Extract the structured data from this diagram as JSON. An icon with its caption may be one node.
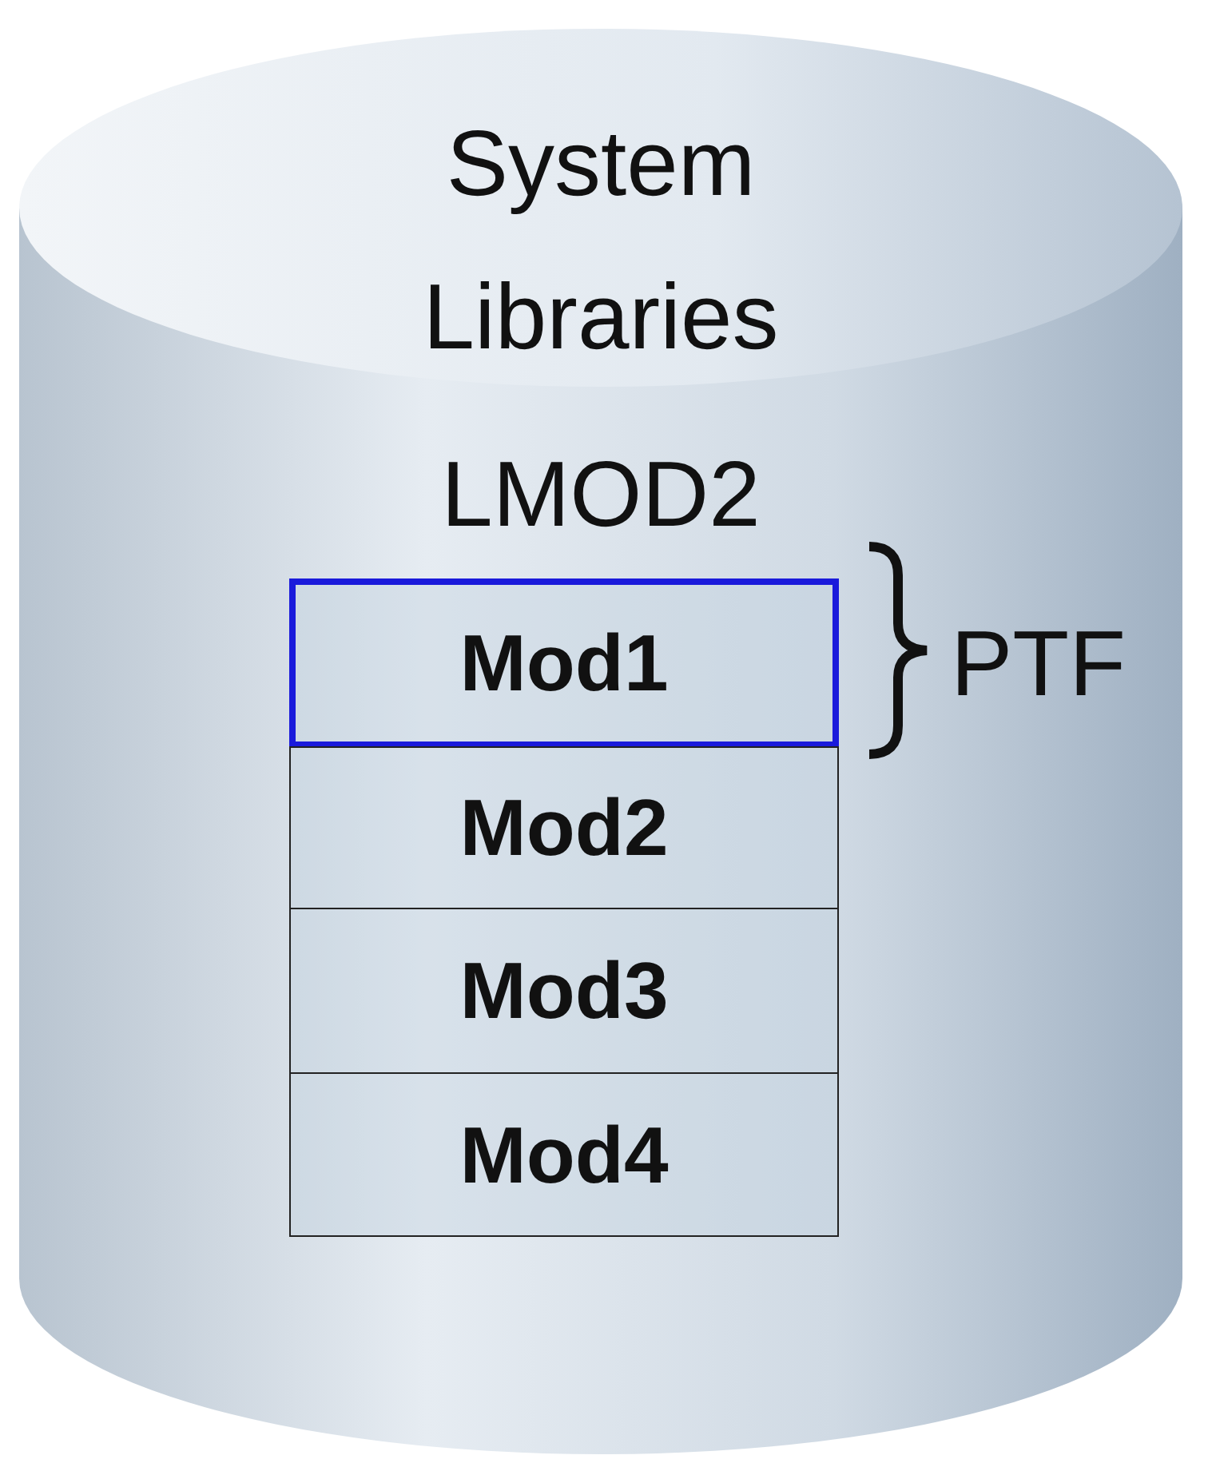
{
  "diagram": {
    "nodes": [
      {
        "text": [
          "System Libraries",
          "LMOD2"
        ]
      },
      {
        "text": [
          "Mod1"
        ],
        "in": 0
      },
      {
        "text": [
          "Mod2"
        ],
        "in": 0
      },
      {
        "text": [
          "Mod3"
        ],
        "in": 0
      },
      {
        "text": [
          "Mod4"
        ],
        "in": 0
      }
    ],
    "labels": [
      "PTF"
    ]
  }
}
